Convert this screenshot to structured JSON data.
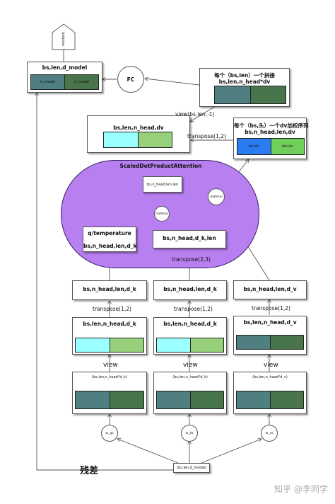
{
  "output": {
    "label": "ooutput"
  },
  "residual_label": "残差",
  "watermark": "知乎 @李同学",
  "input_box": {
    "label": "(bs,len,d_model)"
  },
  "top_model": {
    "title": "bs,len,d_model",
    "cells": [
      "d_model",
      "d_model"
    ]
  },
  "fc": {
    "label": "FC"
  },
  "concat_box": {
    "title": "每个（bs,len）一个拼接",
    "subtitle": "bs,len,n_head*dv"
  },
  "view_edge": {
    "label": "view(bs,len,-1)"
  },
  "dv_box": {
    "title": "bs,len,n_head,dv"
  },
  "transpose_top": {
    "label": "transpose(1,2)"
  },
  "perm_box": {
    "title": "每个（bs,头）一个dv加权序列",
    "subtitle": "bs,n_head,len,dv",
    "cells": [
      "len,dv",
      "len,dv"
    ]
  },
  "sdpa": {
    "title": "ScaledDotProductAttention",
    "top_box": "bs,n_head,len,len",
    "matmul_inner": "matmul",
    "matmul_outer": "matmul",
    "q_box": {
      "line1": "q/temperature",
      "line2": "bs,n_head,len,d_k"
    },
    "k_box": "bs,n_head,d_k,len",
    "transpose_k": "transpose(2,3)"
  },
  "columns": [
    {
      "after_transpose": "bs,n_head,len,d_k",
      "transpose": "transpose(1,2)",
      "split_title": "bs,len,n_head,d_k",
      "view": "view",
      "proj_title": "(bs,len,n_head*d_k)",
      "weight": "w_qs"
    },
    {
      "after_transpose": "bs,n_head,len,d_k",
      "transpose": "transpose(1,2)",
      "split_title": "bs,len,n_head,d_k",
      "view": "view",
      "proj_title": "(bs,len,n_head*d_k)",
      "weight": "w_ks"
    },
    {
      "after_transpose": "bs,n_head,len,d_v",
      "transpose": "transpose(1,2)",
      "split_title": "bs,len,n_head,d_v",
      "view": "view",
      "proj_title": "(bs,len,n_head*d_v)",
      "weight": "w_vs"
    }
  ]
}
